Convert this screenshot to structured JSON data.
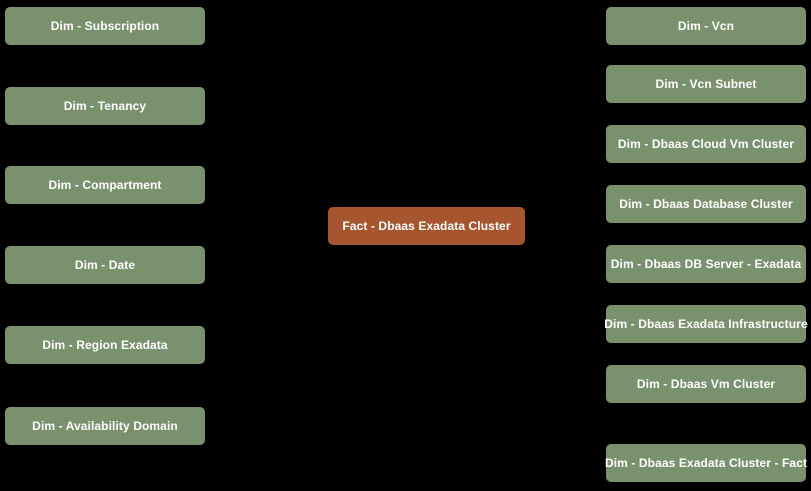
{
  "colors": {
    "background": "#000000",
    "dimension_box": "#7a916e",
    "fact_box": "#a7552e",
    "text": "#ffffff"
  },
  "fact": {
    "label": "Fact - Dbaas Exadata Cluster"
  },
  "left_dimensions": [
    "Dim - Subscription",
    "Dim - Tenancy",
    "Dim - Compartment",
    "Dim - Date",
    "Dim - Region Exadata",
    "Dim - Availability Domain"
  ],
  "right_dimensions": [
    "Dim - Vcn",
    "Dim - Vcn Subnet",
    "Dim - Dbaas Cloud Vm Cluster",
    "Dim - Dbaas Database Cluster",
    "Dim - Dbaas DB Server - Exadata",
    "Dim - Dbaas Exadata Infrastructure",
    "Dim - Dbaas Vm Cluster",
    "Dim - Dbaas Exadata Cluster - Fact"
  ]
}
